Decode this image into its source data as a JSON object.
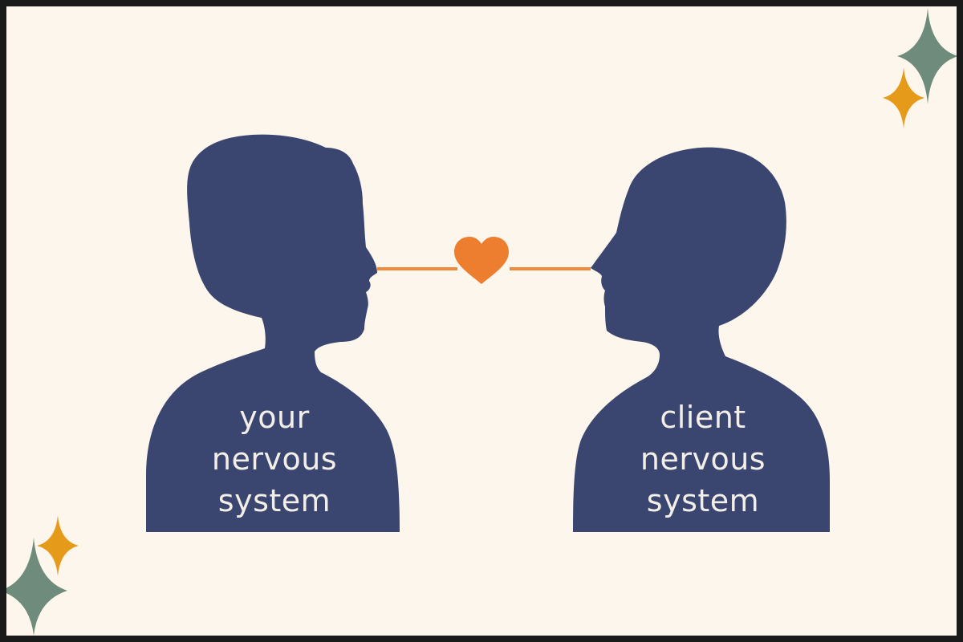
{
  "left_person": {
    "label_lines": [
      "your",
      "nervous",
      "system"
    ]
  },
  "right_person": {
    "label_lines": [
      "client",
      "nervous",
      "system"
    ]
  },
  "icons": {
    "connection": "heart-icon",
    "sparkles": "four-point-star-icon"
  },
  "colors": {
    "background": "#fdf6ec",
    "frame": "#1a1a1a",
    "silhouette": "#3a4670",
    "label_text": "#f3efe8",
    "connector": "#ef8a3c",
    "heart": "#ee7e2f",
    "sparkle_green": "#6f8b7b",
    "sparkle_orange": "#e59a1a"
  }
}
